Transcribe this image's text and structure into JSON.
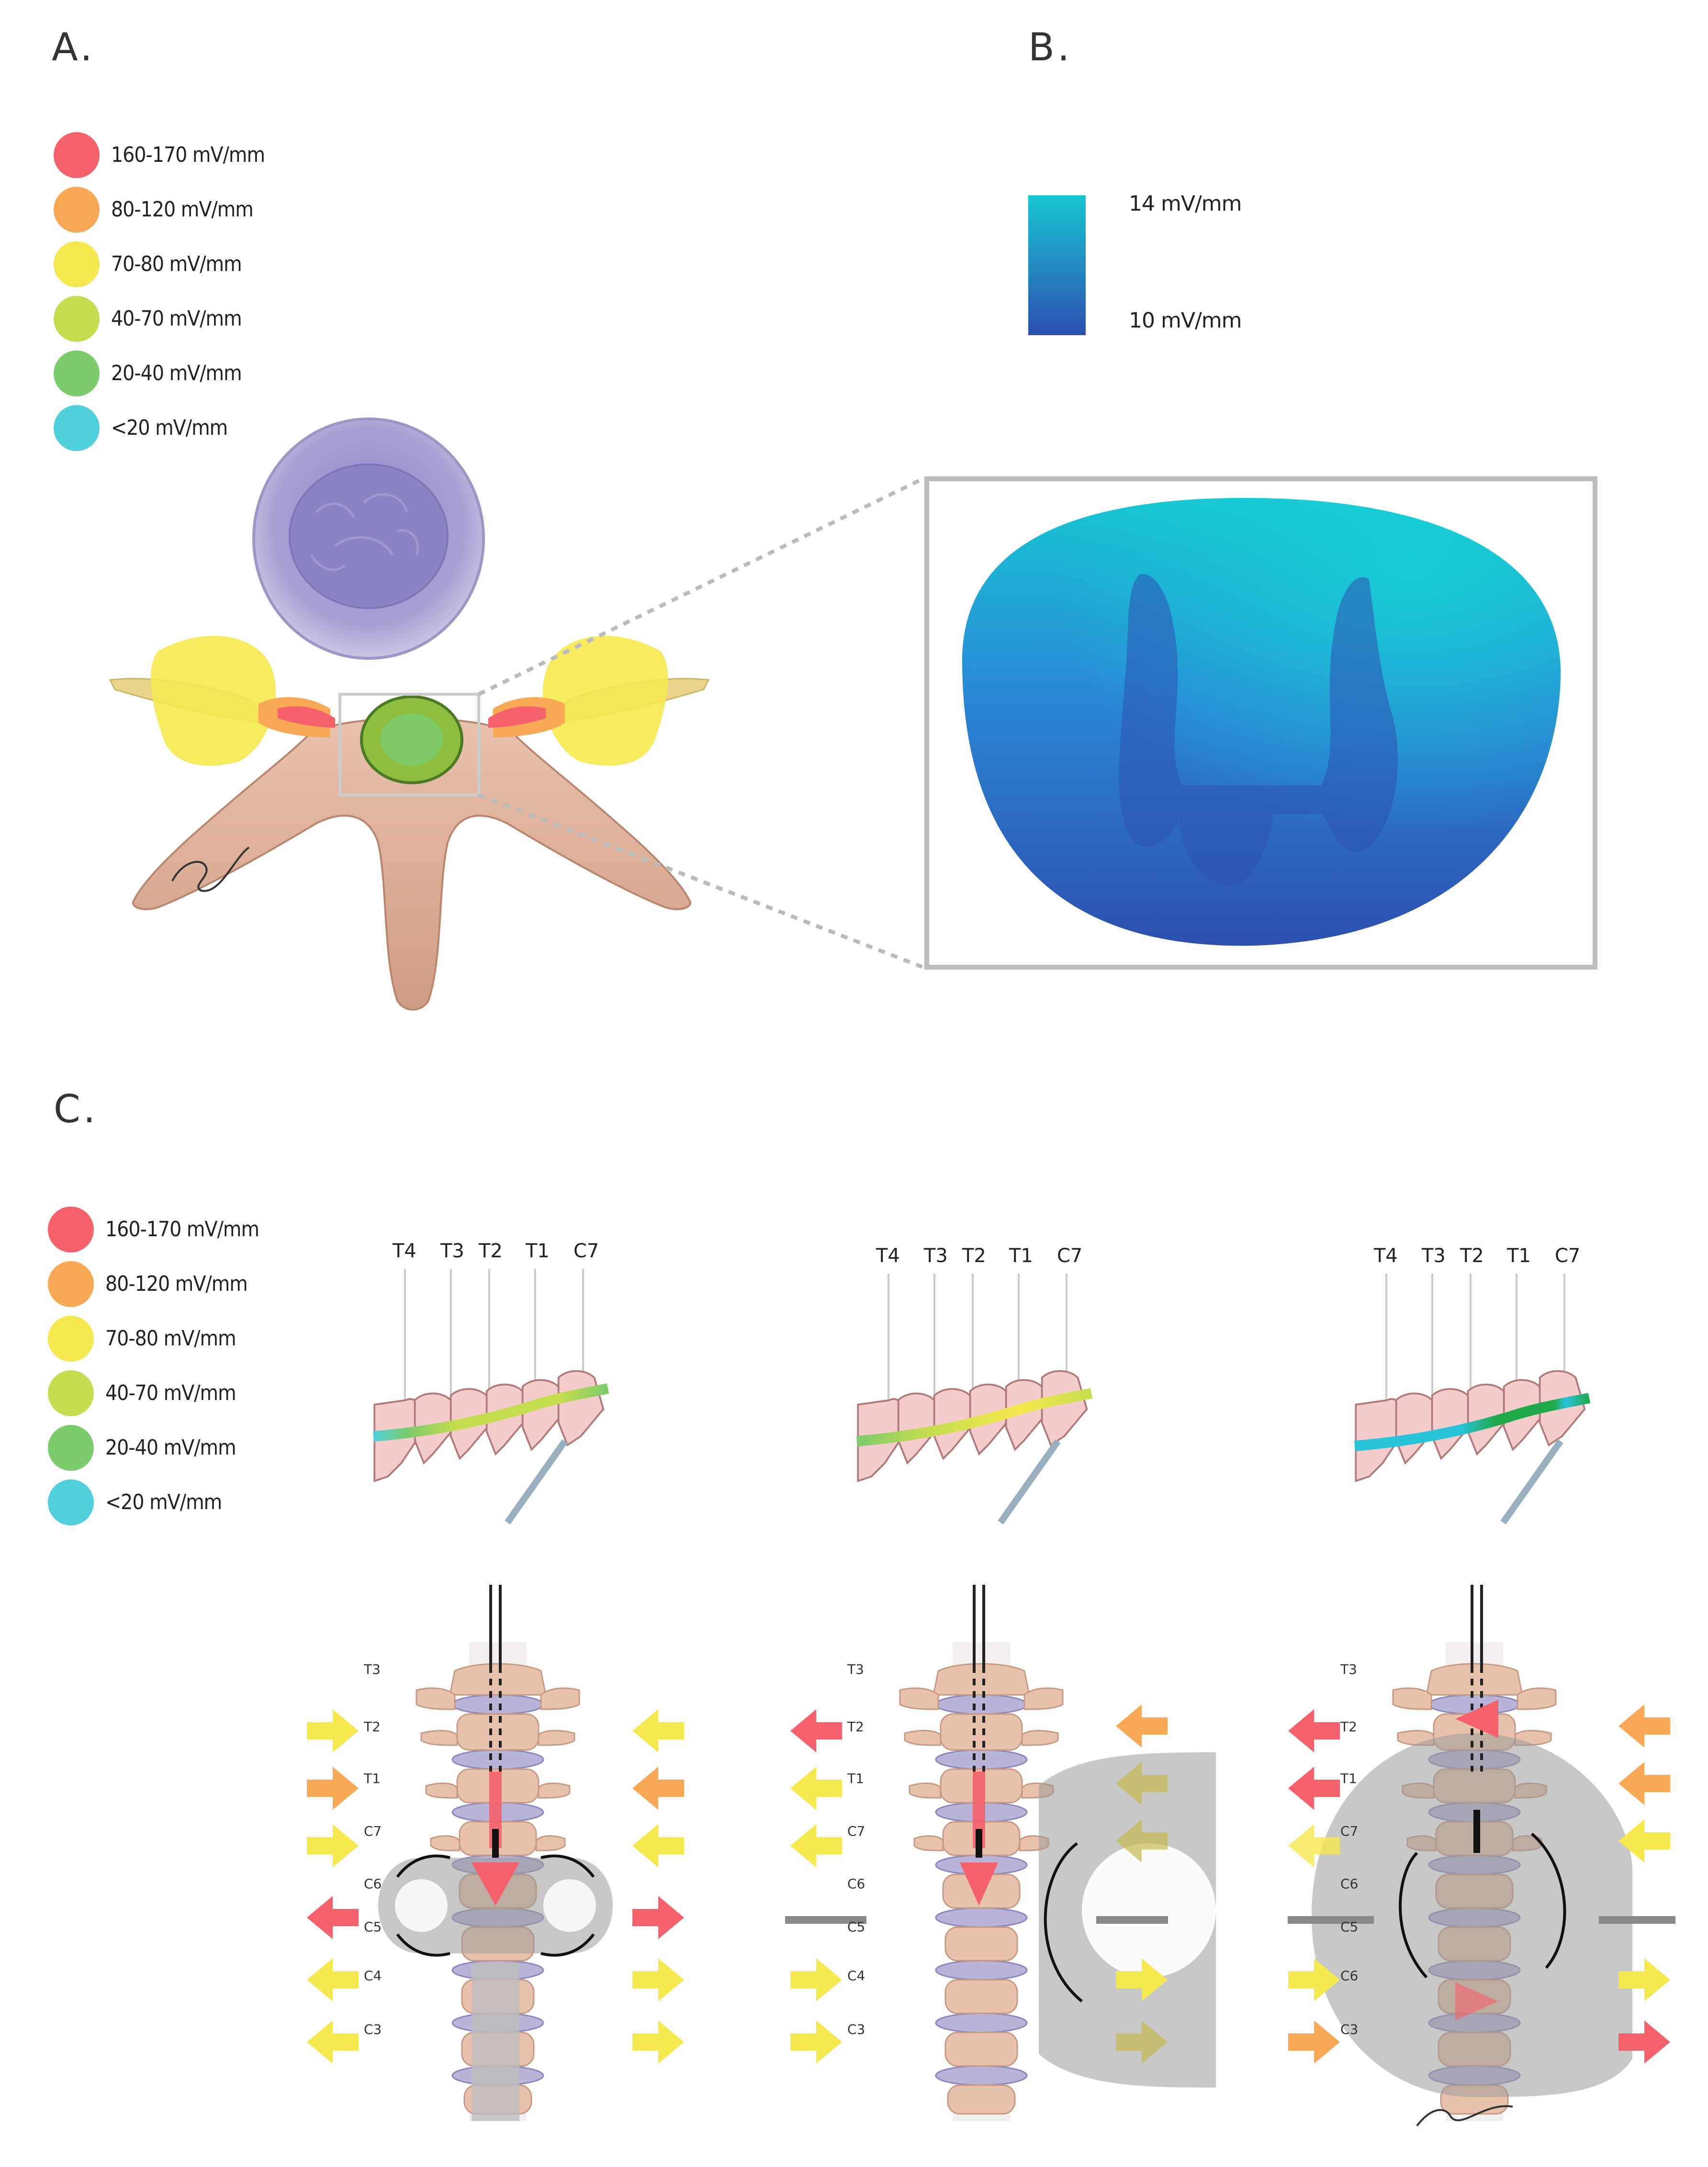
{
  "panels": {
    "a": "A.",
    "b": "B.",
    "c": "C."
  },
  "colors": {
    "red": "#f5616b",
    "orange": "#f9a955",
    "yellow": "#f6e94f",
    "lightgreen": "#c5dd4f",
    "green": "#7ccb6c",
    "cyan": "#4fd0dc",
    "bone": "#e6b8a0",
    "disc": "#b9b4d8",
    "gray": "#bdbdbd"
  },
  "legend": [
    {
      "label": "160-170 mV/mm",
      "color": "#f5616b"
    },
    {
      "label": "80-120 mV/mm",
      "color": "#f9a955"
    },
    {
      "label": "70-80 mV/mm",
      "color": "#f6e94f"
    },
    {
      "label": "40-70 mV/mm",
      "color": "#c5dd4f"
    },
    {
      "label": "20-40 mV/mm",
      "color": "#7ccb6c"
    },
    {
      "label": "<20 mV/mm",
      "color": "#4fd0dc"
    }
  ],
  "colorbar": {
    "max_label": "14 mV/mm",
    "min_label": "10 mV/mm",
    "top_color": "#17c6d2",
    "bottom_color": "#2d4fb0"
  },
  "vertebra_labels": [
    "T4",
    "T3",
    "T2",
    "T1",
    "C7"
  ],
  "spine_labels": [
    "T3",
    "T2",
    "T1",
    "C7",
    "C6",
    "C5",
    "C4",
    "C3"
  ]
}
